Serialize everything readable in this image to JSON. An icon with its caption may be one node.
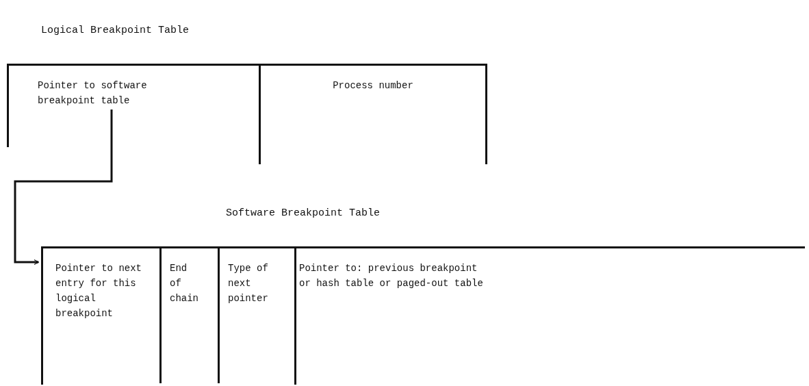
{
  "diagram": {
    "nodes": [
      {
        "text": [
          "Logical Breakpoint Table"
        ]
      },
      {
        "text": [
          "Pointer to software breakpoint table"
        ],
        "in": 0
      },
      {
        "text": [
          "Process number"
        ],
        "in": 0
      },
      {
        "text": [
          "Software Breakpoint Table"
        ]
      },
      {
        "text": [
          "Pointer to next entry for this logical breakpoint"
        ],
        "in": 3
      },
      {
        "text": [
          "End of chain"
        ],
        "in": 3
      },
      {
        "text": [
          "Type of next pointer"
        ],
        "in": 3
      },
      {
        "text": [
          "Pointer to: previous breakpoint or hash table or paged-out table"
        ],
        "in": 3
      }
    ],
    "edges": [
      {
        "from": 1,
        "to": 4,
        "arrow": "to"
      }
    ]
  }
}
